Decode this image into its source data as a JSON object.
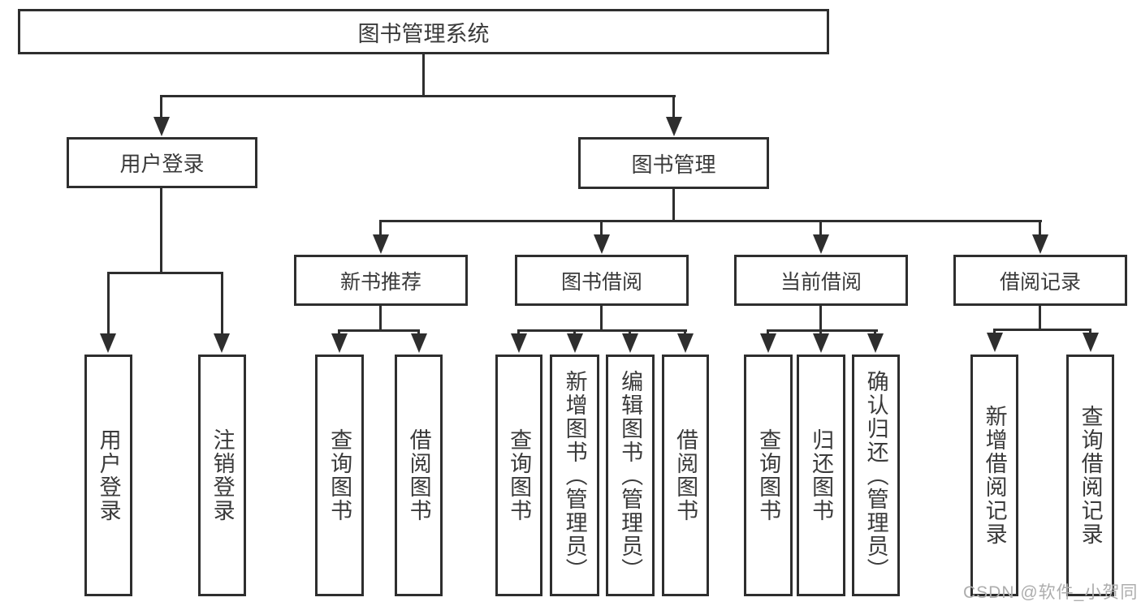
{
  "tree": {
    "root": "图书管理系统",
    "branches": [
      {
        "label": "用户登录",
        "leaves": [
          "用户登录",
          "注销登录"
        ]
      },
      {
        "label": "图书管理",
        "groups": [
          {
            "label": "新书推荐",
            "leaves": [
              "查询图书",
              "借阅图书"
            ]
          },
          {
            "label": "图书借阅",
            "leaves": [
              "查询图书",
              "新增图书（管理员）",
              "编辑图书（管理员）",
              "借阅图书"
            ]
          },
          {
            "label": "当前借阅",
            "leaves": [
              "查询图书",
              "归还图书",
              "确认归还（管理员）"
            ]
          },
          {
            "label": "借阅记录",
            "leaves": [
              "新增借阅记录",
              "查询借阅记录"
            ]
          }
        ]
      }
    ]
  },
  "watermark": "CSDN @软件_小贺同学",
  "colors": {
    "line": "#2e2e2e",
    "text": "#3a3a3a",
    "watermark": "#adadad",
    "background": "#ffffff"
  }
}
